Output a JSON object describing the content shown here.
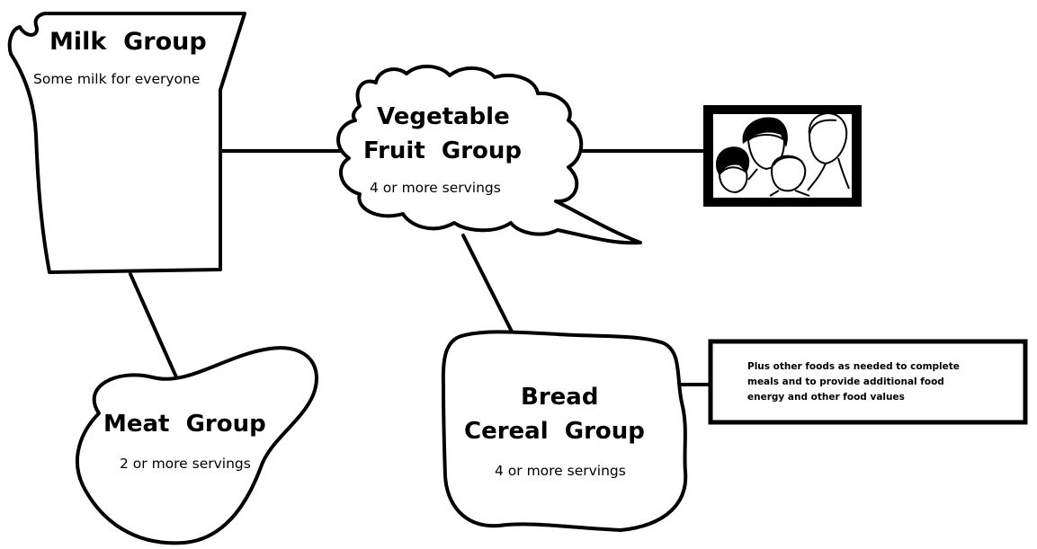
{
  "milk": {
    "title": "Milk  Group",
    "subtitle": "Some milk for everyone"
  },
  "vegetable": {
    "title_line1": "Vegetable",
    "title_line2": "Fruit  Group",
    "subtitle": "4 or more servings"
  },
  "meat": {
    "title": "Meat  Group",
    "subtitle": "2 or more servings"
  },
  "bread": {
    "title_line1": "Bread",
    "title_line2": "Cereal  Group",
    "subtitle": "4 or more servings"
  },
  "note": {
    "line1": "Plus other foods as needed to complete",
    "line2": "meals and to provide additional food",
    "line3": "energy and other food values"
  },
  "picture": {
    "icon": "family-portrait-icon"
  },
  "colors": {
    "ink": "#000000",
    "paper": "#ffffff"
  }
}
